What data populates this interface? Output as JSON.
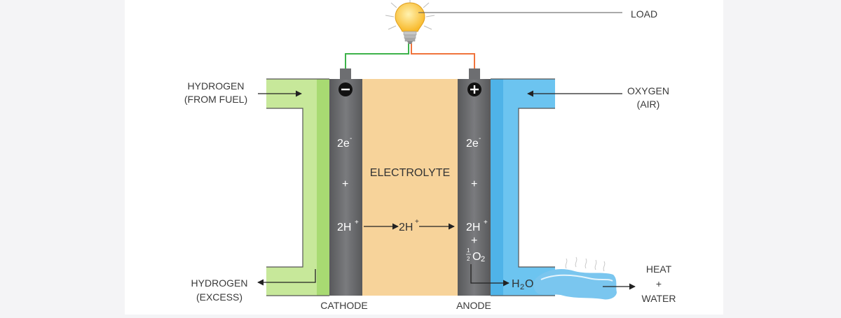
{
  "labels": {
    "load": "LOAD",
    "hydrogen_in_1": "HYDROGEN",
    "hydrogen_in_2": "(FROM FUEL)",
    "oxygen_1": "OXYGEN",
    "oxygen_2": "(AIR)",
    "hydrogen_out_1": "HYDROGEN",
    "hydrogen_out_2": "(EXCESS)",
    "heat_1": "HEAT",
    "heat_plus": "+",
    "heat_2": "WATER",
    "electrolyte": "ELECTROLYTE",
    "cathode": "CATHODE",
    "anode": "ANODE",
    "cathode_electrons": "2e",
    "cathode_plus": "+",
    "cathode_protons": "2H",
    "middle_protons": "2H",
    "anode_electrons": "2e",
    "anode_plus": "+",
    "anode_protons": "2H",
    "anode_plus2": "+",
    "half": "O",
    "water": "H",
    "water_o": "O",
    "neg_sign": "−",
    "pos_sign": "+"
  },
  "colors": {
    "hydrogen_fill": "#c7e89a",
    "hydrogen_dark": "#a4d86c",
    "electrode": "#6d6e71",
    "electrolyte": "#f7d39a",
    "oxygen_fill": "#6cc4f0",
    "wire_negative": "#3db24a",
    "wire_positive": "#f0743c",
    "bulb": "#ffc83d",
    "water": "#7ac6ef"
  }
}
